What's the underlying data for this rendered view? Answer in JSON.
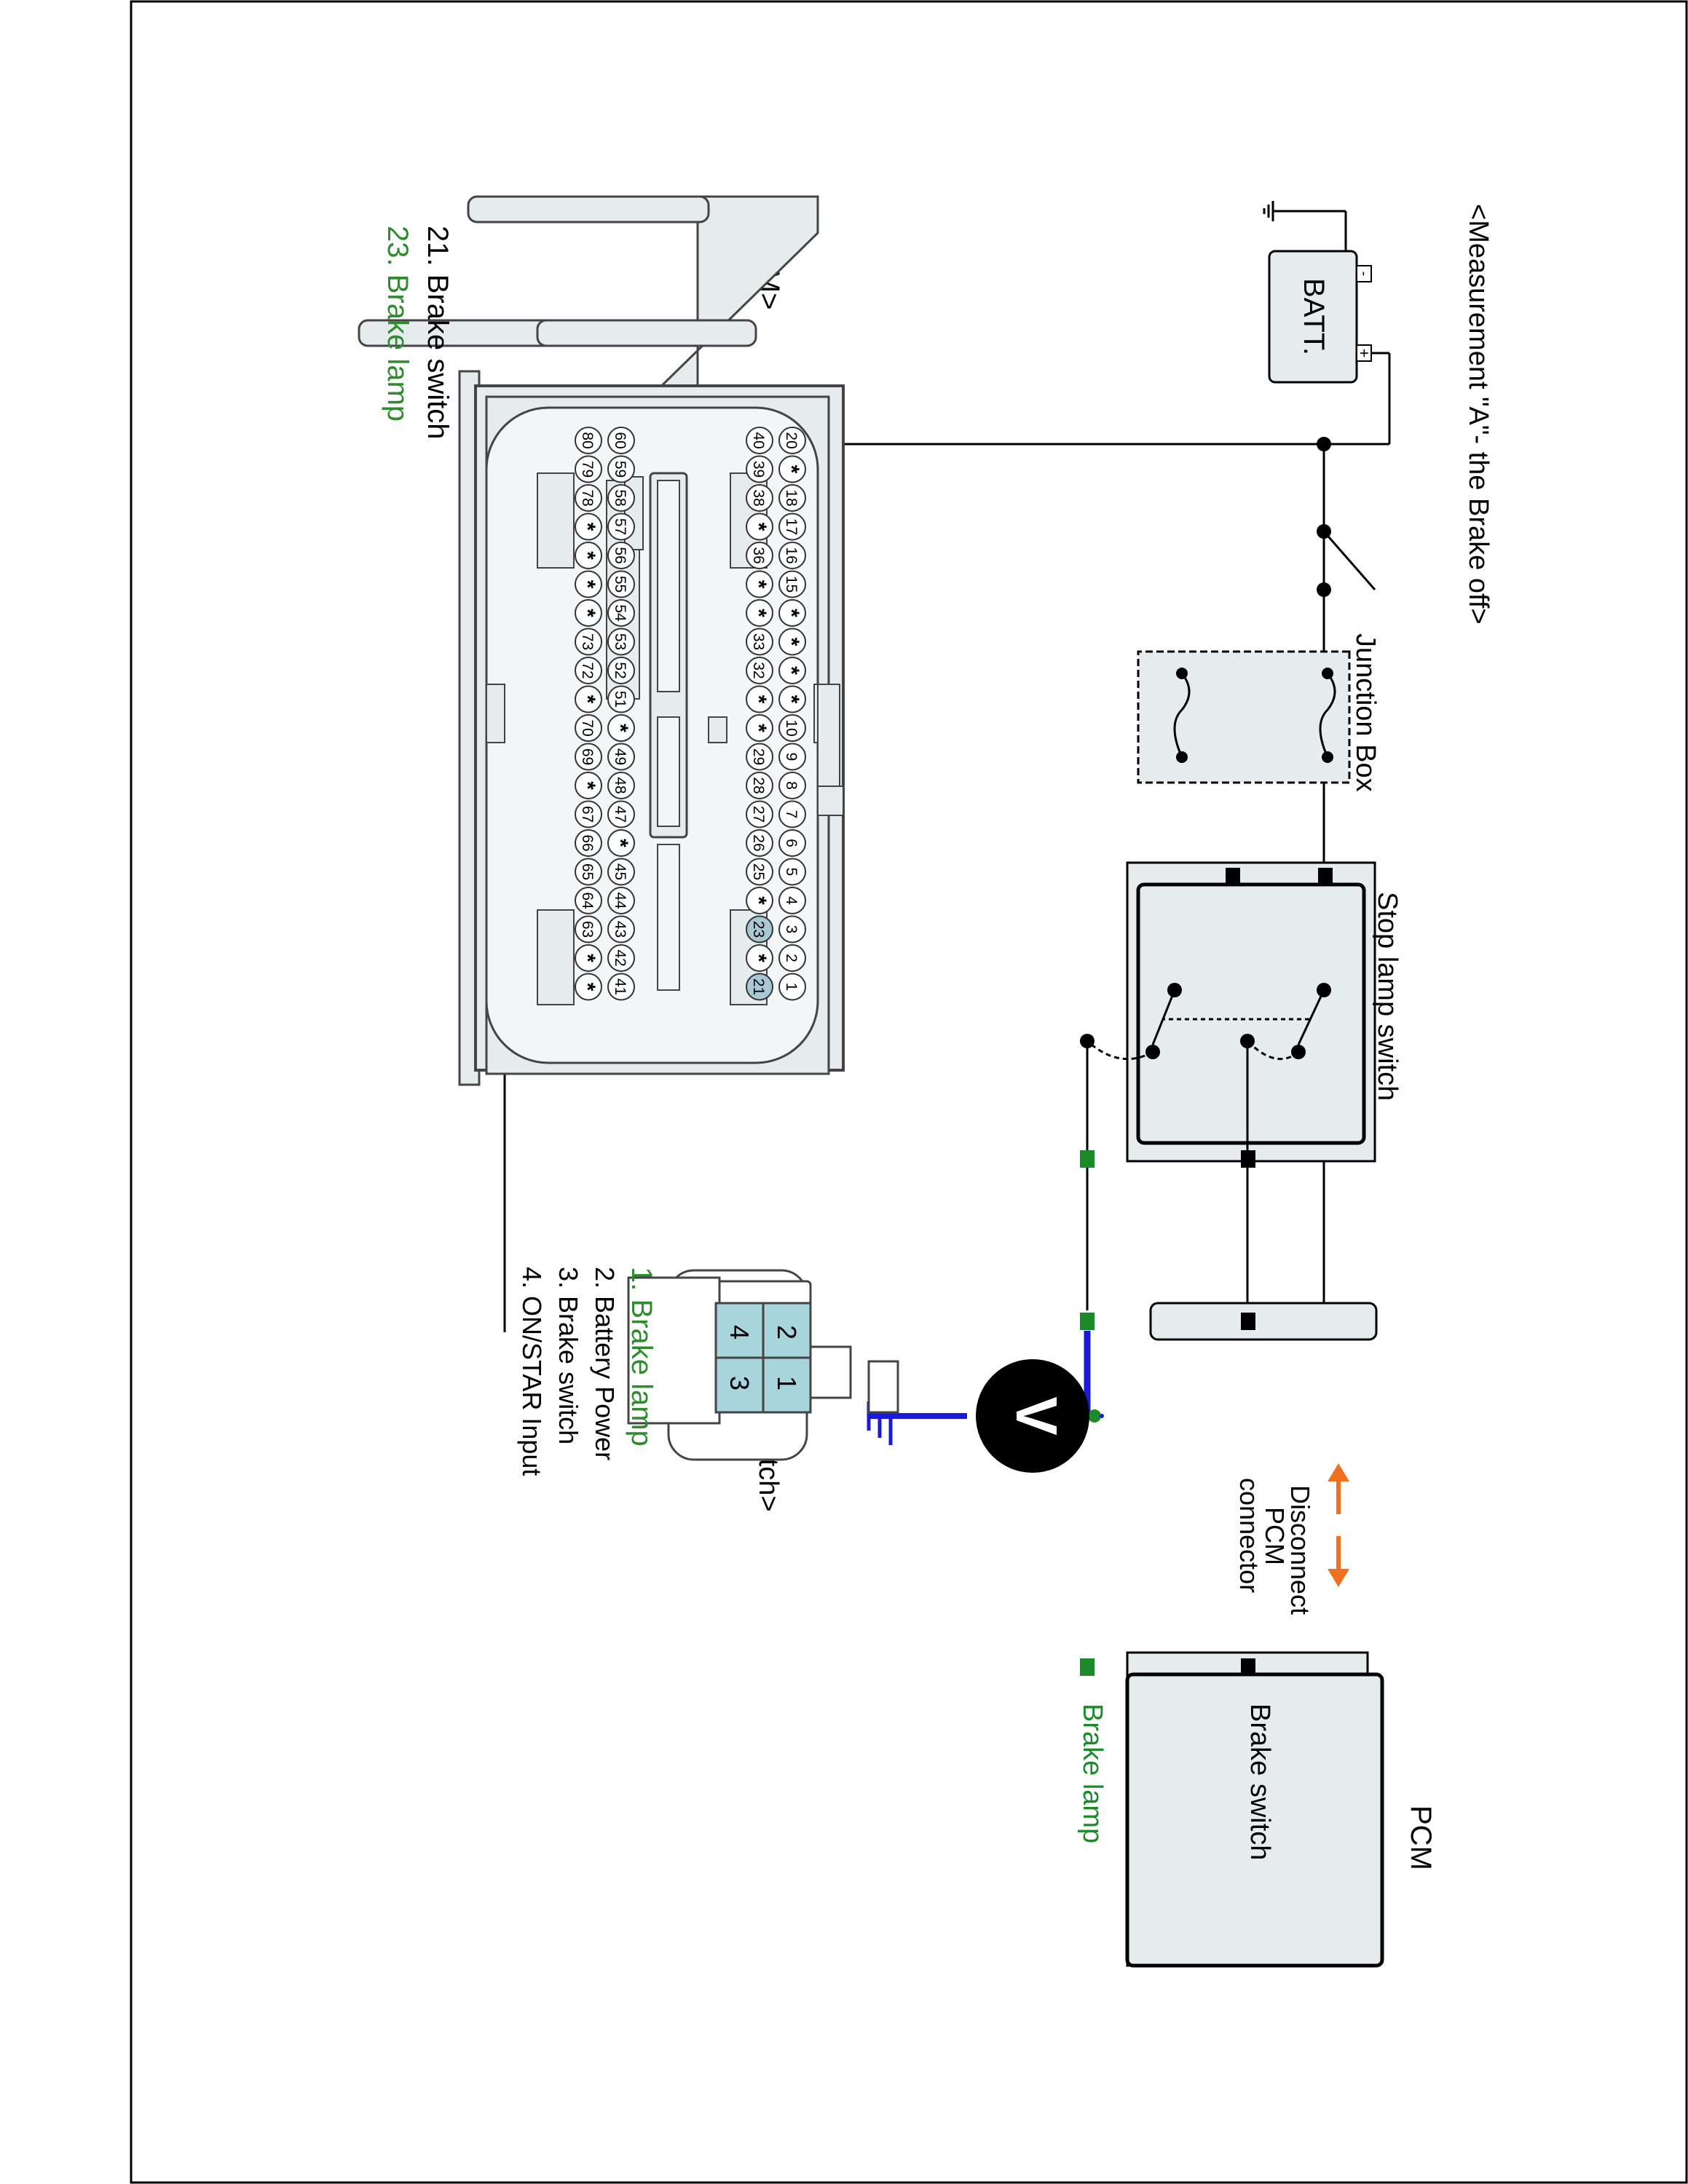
{
  "title": "<Measurement \"A\"- the Brake off>",
  "battery": {
    "label": "BATT.",
    "minus": "-",
    "plus": "+"
  },
  "junction_box": {
    "label": "Junction Box"
  },
  "stop_lamp_switch": {
    "label": "Stop lamp switch"
  },
  "pcm_block": {
    "title": "PCM",
    "brake_switch": "Brake switch",
    "brake_lamp": "Brake lamp"
  },
  "disconnect_note": {
    "line1": "Disconnect",
    "line2": "PCM",
    "line3": "connector"
  },
  "voltmeter": {
    "symbol": "V"
  },
  "pcm_connector": {
    "heading": "<PCM>",
    "row1": [
      "20",
      "*",
      "18",
      "17",
      "16",
      "15",
      "*",
      "*",
      "*",
      "*",
      "10",
      "9",
      "8",
      "7",
      "6",
      "5",
      "4",
      "3",
      "2",
      "1"
    ],
    "row2": [
      "40",
      "39",
      "38",
      "*",
      "36",
      "*",
      "*",
      "33",
      "32",
      "*",
      "*",
      "29",
      "28",
      "27",
      "26",
      "25",
      "*",
      "23",
      "*",
      "21"
    ],
    "row3": [
      "60",
      "59",
      "58",
      "57",
      "56",
      "55",
      "54",
      "53",
      "52",
      "51",
      "*",
      "49",
      "48",
      "47",
      "*",
      "45",
      "44",
      "43",
      "42",
      "41"
    ],
    "row4": [
      "80",
      "79",
      "78",
      "*",
      "*",
      "*",
      "*",
      "73",
      "72",
      "*",
      "70",
      "69",
      "*",
      "67",
      "66",
      "65",
      "64",
      "63",
      "*",
      "*"
    ],
    "highlighted": [
      "23",
      "21"
    ],
    "legend": [
      {
        "text": "21. Brake switch",
        "color": "#000000"
      },
      {
        "text": "23. Brake lamp",
        "color": "#2e8b2e"
      }
    ]
  },
  "stop_lamp_connector": {
    "heading": "<Stop lamp switch>",
    "pins": [
      "2",
      "1",
      "4",
      "3"
    ],
    "legend": [
      {
        "text": "1. Brake lamp",
        "color": "#2e8b2e"
      },
      {
        "text": "2. Battery Power",
        "color": "#000000"
      },
      {
        "text": "3. Brake switch",
        "color": "#000000"
      },
      {
        "text": "4. ON/STAR Input",
        "color": "#000000"
      }
    ]
  },
  "colors": {
    "green_wire": "#1a8a2a",
    "probe_blue": "#1a1ad8",
    "arrow_orange": "#f07020",
    "box_fill": "#e6eced",
    "pin_highlight": "#a8c8d4",
    "connector_fill": "#a8d4dc"
  }
}
